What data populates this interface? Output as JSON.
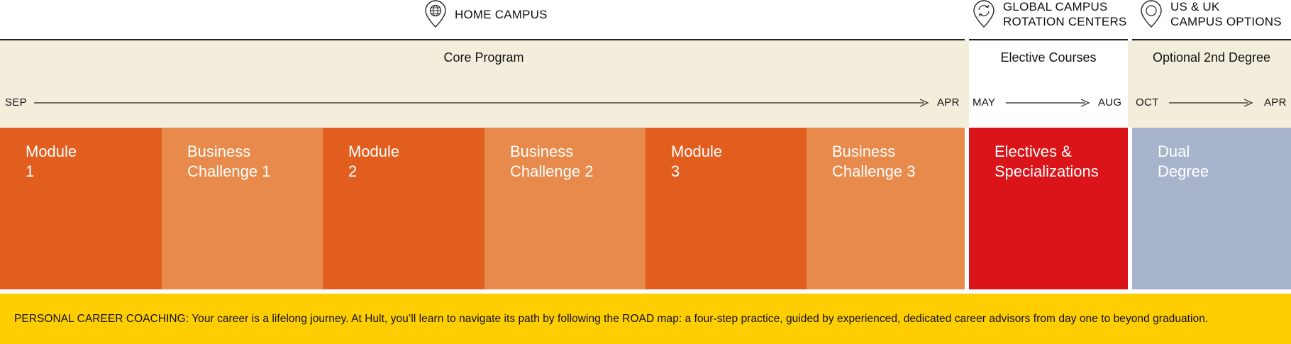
{
  "header": {
    "home_campus": {
      "icon": "globe-pin-icon",
      "line1": "HOME CAMPUS"
    },
    "global_campus": {
      "icon": "rotation-pin-icon",
      "line1": "GLOBAL CAMPUS",
      "line2": "ROTATION CENTERS"
    },
    "us_uk_campus": {
      "icon": "location-pin-icon",
      "line1": "US & UK",
      "line2": "CAMPUS OPTIONS"
    }
  },
  "core": {
    "title": "Core Program",
    "start": "SEP",
    "end": "APR",
    "modules": [
      {
        "line1": "Module",
        "line2": "1",
        "color": "#E25E1E"
      },
      {
        "line1": "Business",
        "line2": "Challenge 1",
        "color": "#E88A4C"
      },
      {
        "line1": "Module",
        "line2": "2",
        "color": "#E25E1E"
      },
      {
        "line1": "Business",
        "line2": "Challenge 2",
        "color": "#E88A4C"
      },
      {
        "line1": "Module",
        "line2": "3",
        "color": "#E25E1E"
      },
      {
        "line1": "Business",
        "line2": "Challenge 3",
        "color": "#E88A4C"
      }
    ]
  },
  "elective": {
    "title": "Elective Courses",
    "start": "MAY",
    "end": "AUG",
    "block": {
      "line1": "Electives &",
      "line2": "Specializations",
      "color": "#DA1418"
    }
  },
  "optional": {
    "title": "Optional 2nd Degree",
    "start": "OCT",
    "end": "APR",
    "block": {
      "line1": "Dual",
      "line2": "Degree",
      "color": "#A8B4CC"
    }
  },
  "banner": {
    "text": "PERSONAL CAREER COACHING: Your career is a lifelong journey. At Hult, you’ll learn to navigate its path by following the ROAD map: a four-step practice, guided by experienced, dedicated career advisors from day one to beyond graduation.",
    "color": "#FFCE00"
  },
  "colors": {
    "cream": "#F3EEDC",
    "line": "#222222"
  }
}
